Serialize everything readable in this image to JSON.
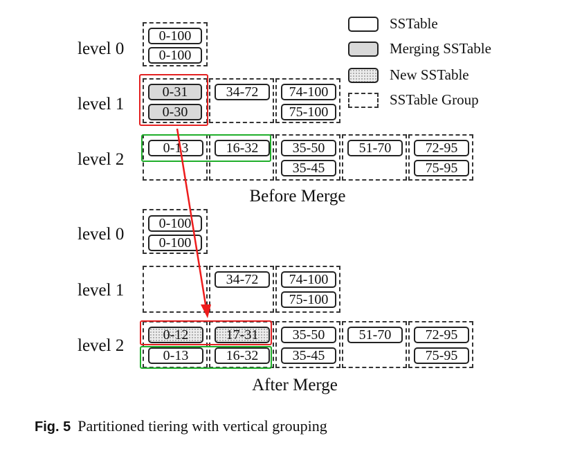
{
  "legend": [
    {
      "style": "plain",
      "label": "SSTable"
    },
    {
      "style": "merging",
      "label": "Merging SSTable"
    },
    {
      "style": "new",
      "label": "New SSTable"
    },
    {
      "style": "group",
      "label": "SSTable Group"
    }
  ],
  "before": {
    "caption": "Before Merge",
    "levels": [
      {
        "label": "level 0",
        "groups": [
          [
            {
              "range": "0-100",
              "style": "plain"
            },
            {
              "range": "0-100",
              "style": "plain"
            }
          ]
        ]
      },
      {
        "label": "level 1",
        "groups": [
          [
            {
              "range": "0-31",
              "style": "merging"
            },
            {
              "range": "0-30",
              "style": "merging"
            }
          ],
          [
            {
              "range": "34-72",
              "style": "plain"
            }
          ],
          [
            {
              "range": "74-100",
              "style": "plain"
            },
            {
              "range": "75-100",
              "style": "plain"
            }
          ]
        ]
      },
      {
        "label": "level 2",
        "groups": [
          [
            {
              "range": "0-13",
              "style": "plain"
            }
          ],
          [
            {
              "range": "16-32",
              "style": "plain"
            }
          ],
          [
            {
              "range": "35-50",
              "style": "plain"
            },
            {
              "range": "35-45",
              "style": "plain"
            }
          ],
          [
            {
              "range": "51-70",
              "style": "plain"
            }
          ],
          [
            {
              "range": "72-95",
              "style": "plain"
            },
            {
              "range": "75-95",
              "style": "plain"
            }
          ]
        ]
      }
    ]
  },
  "after": {
    "caption": "After Merge",
    "levels": [
      {
        "label": "level 0",
        "groups": [
          [
            {
              "range": "0-100",
              "style": "plain"
            },
            {
              "range": "0-100",
              "style": "plain"
            }
          ]
        ]
      },
      {
        "label": "level 1",
        "groups": [
          [],
          [
            {
              "range": "34-72",
              "style": "plain"
            }
          ],
          [
            {
              "range": "74-100",
              "style": "plain"
            },
            {
              "range": "75-100",
              "style": "plain"
            }
          ]
        ]
      },
      {
        "label": "level 2",
        "groups": [
          [
            {
              "range": "0-12",
              "style": "new"
            },
            {
              "range": "0-13",
              "style": "plain"
            }
          ],
          [
            {
              "range": "17-31",
              "style": "new"
            },
            {
              "range": "16-32",
              "style": "plain"
            }
          ],
          [
            {
              "range": "35-50",
              "style": "plain"
            },
            {
              "range": "35-45",
              "style": "plain"
            }
          ],
          [
            {
              "range": "51-70",
              "style": "plain"
            }
          ],
          [
            {
              "range": "72-95",
              "style": "plain"
            },
            {
              "range": "75-95",
              "style": "plain"
            }
          ]
        ]
      }
    ]
  },
  "highlight_colors": {
    "merge_source": "#e32020",
    "merge_target": "#1fae2a"
  },
  "figure_caption": {
    "label": "Fig. 5",
    "text": "Partitioned tiering with vertical grouping"
  }
}
